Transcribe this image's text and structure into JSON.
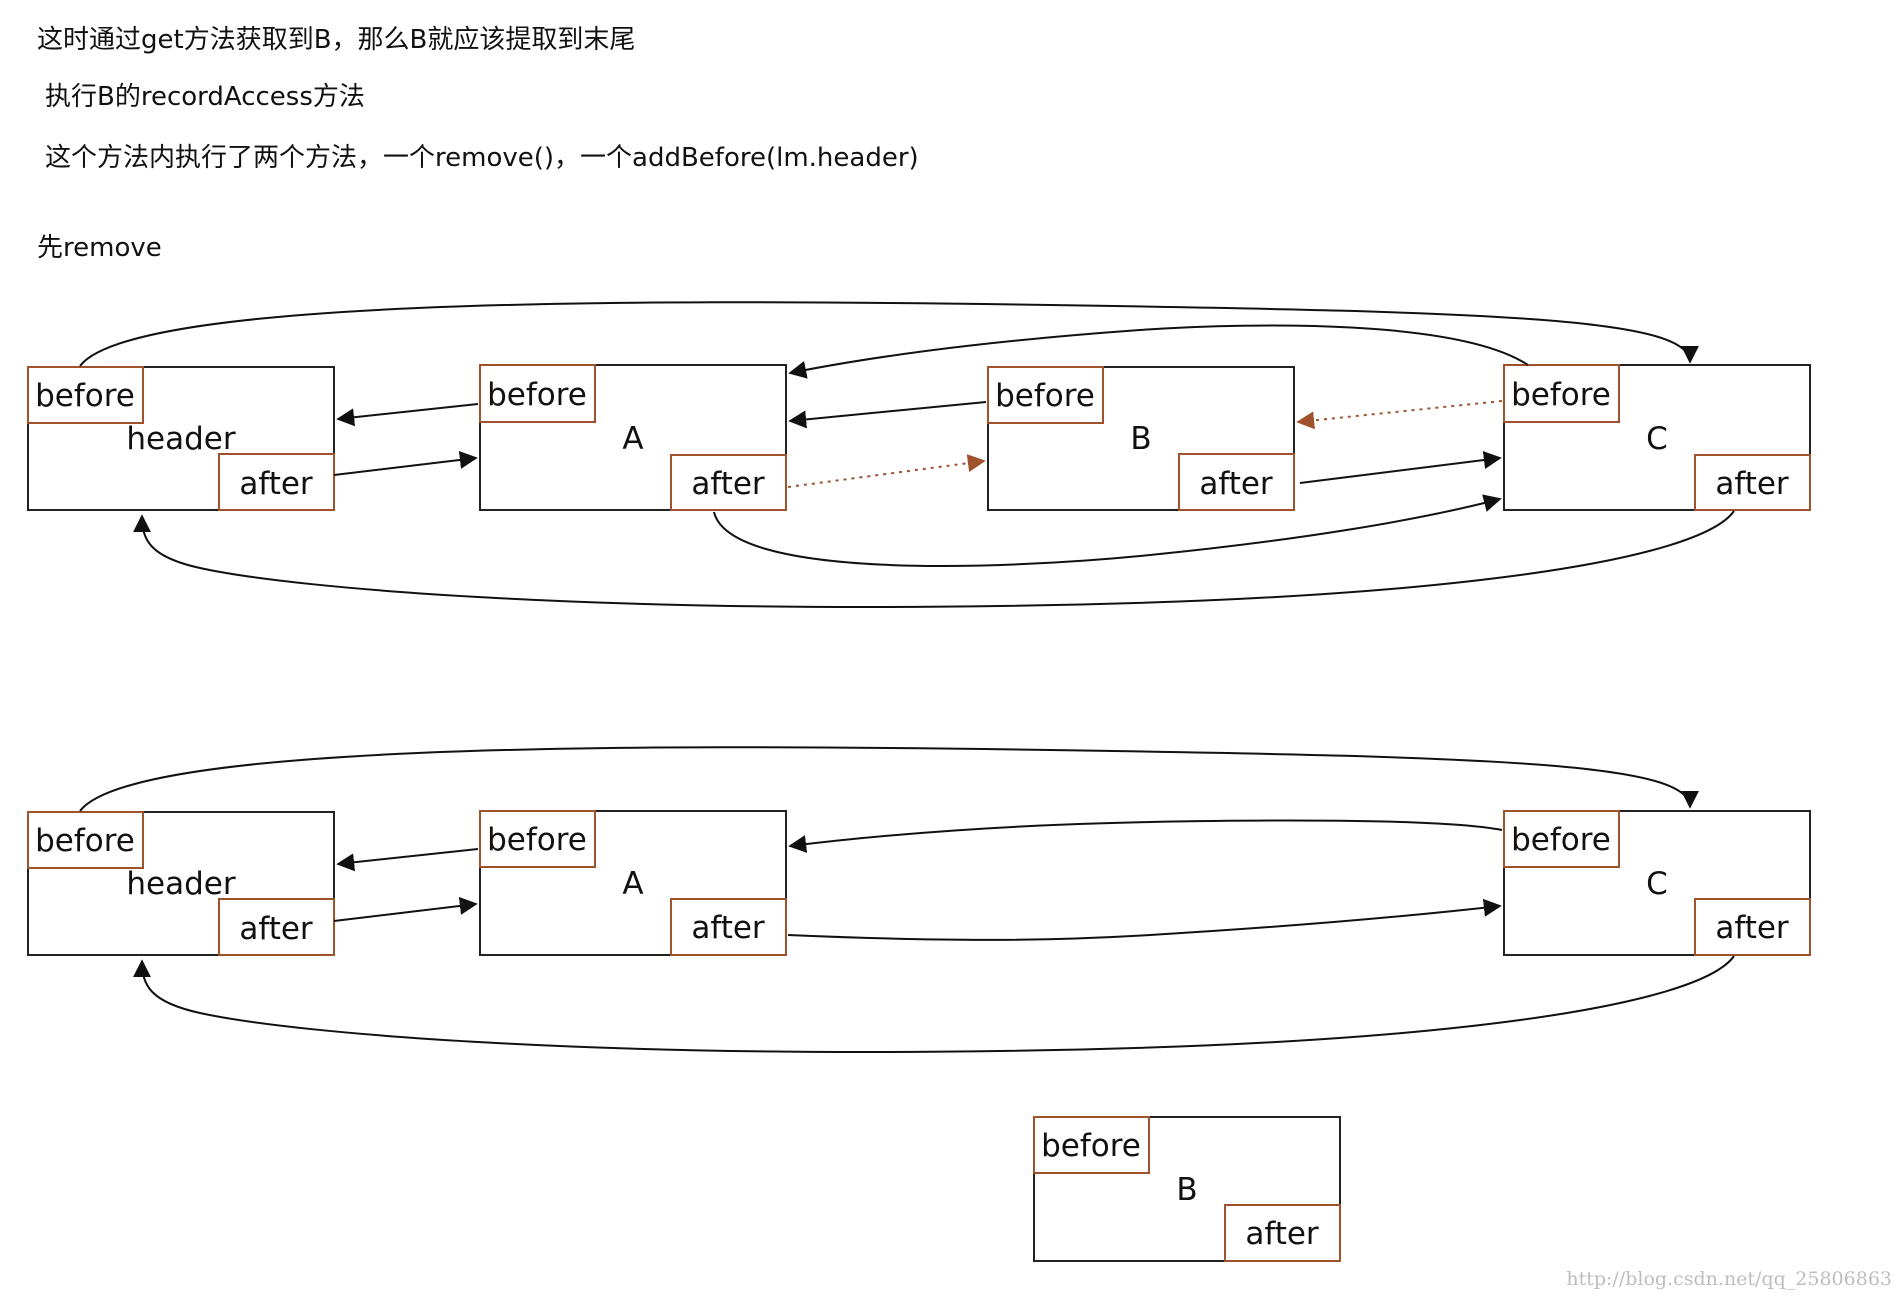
{
  "text": {
    "line1": "这时通过get方法获取到B，那么B就应该提取到末尾",
    "line2": "执行B的recordAccess方法",
    "line3": "这个方法内执行了两个方法，一个remove()，一个addBefore(lm.header)",
    "line4": "先remove"
  },
  "nodes": {
    "d1_header": {
      "name": "header",
      "before": "before",
      "after": "after"
    },
    "d1_a": {
      "name": "A",
      "before": "before",
      "after": "after"
    },
    "d1_b": {
      "name": "B",
      "before": "before",
      "after": "after"
    },
    "d1_c": {
      "name": "C",
      "before": "before",
      "after": "after"
    },
    "d2_header": {
      "name": "header",
      "before": "before",
      "after": "after"
    },
    "d2_a": {
      "name": "A",
      "before": "before",
      "after": "after"
    },
    "d2_c": {
      "name": "C",
      "before": "before",
      "after": "after"
    },
    "removed_b": {
      "name": "B",
      "before": "before",
      "after": "after"
    }
  },
  "colors": {
    "field_border": "#a0522d",
    "node_border": "#222222",
    "dotted_arrow": "#a0522d"
  },
  "watermark": "http://blog.csdn.net/qq_25806863"
}
